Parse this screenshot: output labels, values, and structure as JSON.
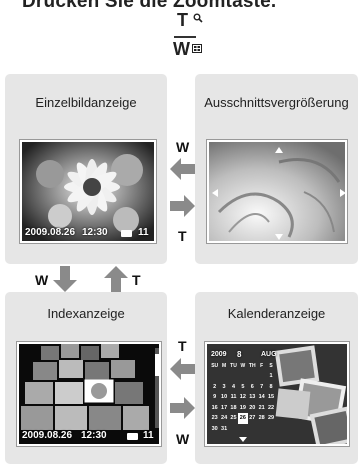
{
  "header": {
    "instruction": "Drücken Sie die Zoomtaste.",
    "lever_tele": "T",
    "lever_wide": "W",
    "lever_tele_icon": "magnifier-icon",
    "lever_wide_icon": "index-grid-icon"
  },
  "panels": {
    "single": {
      "title": "Einzelbildanzeige",
      "date": "2009.08.26",
      "time": "12:30",
      "frame": "11"
    },
    "zoom": {
      "title": "Ausschnittsvergrößerung"
    },
    "index": {
      "title": "Indexanzeige",
      "date": "2009.08.26",
      "time": "12:30",
      "frame": "11"
    },
    "calendar": {
      "title": "Kalenderanzeige",
      "year": "2009",
      "month_num": "8",
      "month_name": "AUG",
      "weekday_headers": [
        "SU",
        "M",
        "TU",
        "W",
        "TH",
        "F",
        "S"
      ],
      "weeks": [
        [
          "",
          "",
          "",
          "",
          "",
          "",
          "1"
        ],
        [
          "2",
          "3",
          "4",
          "5",
          "6",
          "7",
          "8"
        ],
        [
          "9",
          "10",
          "11",
          "12",
          "13",
          "14",
          "15"
        ],
        [
          "16",
          "17",
          "18",
          "19",
          "20",
          "21",
          "22"
        ],
        [
          "23",
          "24",
          "25",
          "26",
          "27",
          "28",
          "29"
        ],
        [
          "30",
          "31",
          "",
          "",
          "",
          "",
          ""
        ]
      ],
      "selected_day": "26"
    }
  },
  "transitions": {
    "single_to_zoom": "W",
    "zoom_to_single": "T",
    "single_to_index": "W",
    "index_to_single": "T",
    "index_to_calendar": "T",
    "calendar_to_index": "W"
  },
  "colors": {
    "panel_bg": "#e6e6e6",
    "arrow_gray": "#8a8a8a",
    "screen_bg": "#000000"
  }
}
